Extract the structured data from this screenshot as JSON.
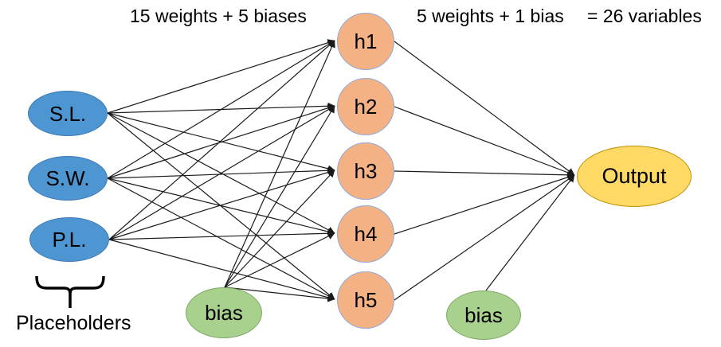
{
  "annotations": {
    "hidden_layer_count": "15 weights + 5 biases",
    "output_layer_count": "5 weights + 1 bias",
    "total_variables": "= 26 variables",
    "placeholders_caption": "Placeholders"
  },
  "nodes": {
    "inputs": [
      {
        "id": "S.L.",
        "label": "S.L."
      },
      {
        "id": "S.W.",
        "label": "S.W."
      },
      {
        "id": "P.L.",
        "label": "P.L."
      }
    ],
    "hidden": [
      {
        "id": "h1",
        "label": "h1"
      },
      {
        "id": "h2",
        "label": "h2"
      },
      {
        "id": "h3",
        "label": "h3"
      },
      {
        "id": "h4",
        "label": "h4"
      },
      {
        "id": "h5",
        "label": "h5"
      }
    ],
    "biases": [
      {
        "id": "bias1",
        "label": "bias"
      },
      {
        "id": "bias2",
        "label": "bias"
      }
    ],
    "output": {
      "id": "Output",
      "label": "Output"
    }
  },
  "edges": [
    [
      "S.L.",
      "h1"
    ],
    [
      "S.L.",
      "h2"
    ],
    [
      "S.L.",
      "h3"
    ],
    [
      "S.L.",
      "h4"
    ],
    [
      "S.L.",
      "h5"
    ],
    [
      "S.W.",
      "h1"
    ],
    [
      "S.W.",
      "h2"
    ],
    [
      "S.W.",
      "h3"
    ],
    [
      "S.W.",
      "h4"
    ],
    [
      "S.W.",
      "h5"
    ],
    [
      "P.L.",
      "h1"
    ],
    [
      "P.L.",
      "h2"
    ],
    [
      "P.L.",
      "h3"
    ],
    [
      "P.L.",
      "h4"
    ],
    [
      "P.L.",
      "h5"
    ],
    [
      "bias1",
      "h1"
    ],
    [
      "bias1",
      "h2"
    ],
    [
      "bias1",
      "h3"
    ],
    [
      "bias1",
      "h4"
    ],
    [
      "bias1",
      "h5"
    ],
    [
      "h1",
      "Output"
    ],
    [
      "h2",
      "Output"
    ],
    [
      "h3",
      "Output"
    ],
    [
      "h4",
      "Output"
    ],
    [
      "h5",
      "Output"
    ],
    [
      "bias2",
      "Output"
    ]
  ],
  "colors": {
    "input_fill": "#4D96D2",
    "input_stroke": "#3D7AB5",
    "hidden_fill": "#F4B183",
    "hidden_stroke": "#8FAADC",
    "bias_fill": "#A9D18E",
    "bias_stroke": "#7FA865",
    "output_fill": "#FFD966",
    "output_stroke": "#BF9000",
    "edge": "#1a1a1a",
    "text": "#000000"
  }
}
